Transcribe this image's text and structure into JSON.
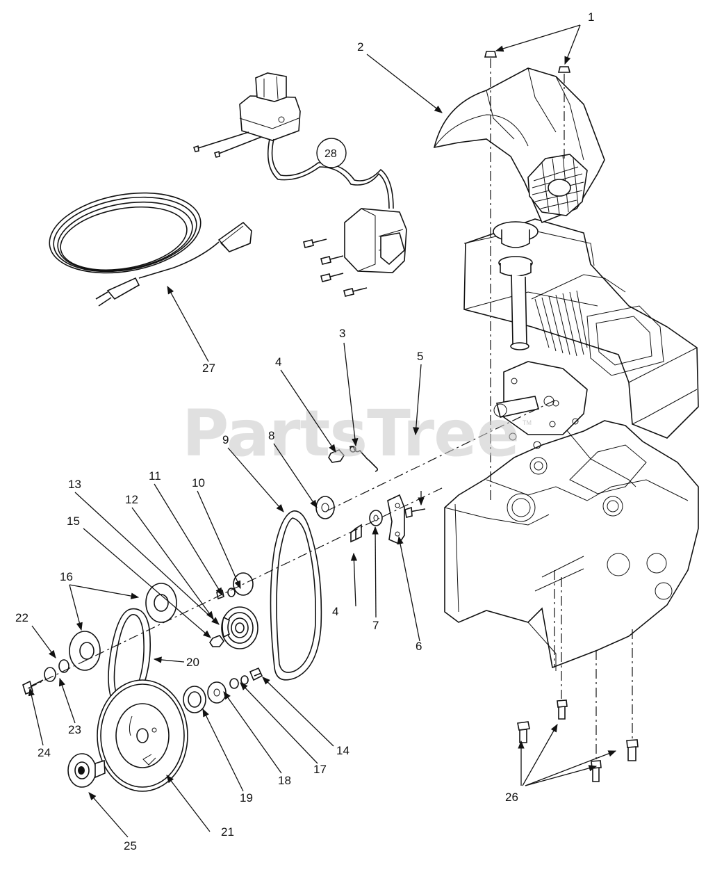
{
  "watermark": {
    "text": "PartsTree",
    "trademark": "TM"
  },
  "callouts": {
    "c1": "1",
    "c2": "2",
    "c3": "3",
    "c4a": "4",
    "c4b": "4",
    "c5": "5",
    "c6": "6",
    "c7": "7",
    "c8": "8",
    "c9": "9",
    "c10": "10",
    "c11": "11",
    "c12": "12",
    "c13": "13",
    "c14": "14",
    "c15": "15",
    "c16": "16",
    "c17": "17",
    "c18": "18",
    "c19": "19",
    "c20": "20",
    "c21": "21",
    "c22": "22",
    "c23": "23",
    "c24": "24",
    "c25": "25",
    "c26": "26",
    "c27": "27",
    "c28": "28"
  },
  "arrowheads": [
    [
      830,
      43,
      714,
      73
    ],
    [
      830,
      43,
      813,
      92
    ],
    [
      517,
      69,
      636,
      162
    ],
    [
      493,
      489,
      512,
      641
    ],
    [
      403,
      528,
      483,
      650
    ],
    [
      604,
      520,
      596,
      627
    ],
    [
      392,
      632,
      456,
      730
    ],
    [
      325,
      640,
      408,
      738
    ],
    [
      282,
      702,
      346,
      846
    ],
    [
      222,
      692,
      320,
      856
    ],
    [
      189,
      726,
      307,
      890
    ],
    [
      106,
      706,
      315,
      898
    ],
    [
      118,
      756,
      303,
      917
    ],
    [
      93,
      839,
      199,
      859
    ],
    [
      93,
      839,
      117,
      906
    ],
    [
      265,
      950,
      220,
      948
    ],
    [
      44,
      898,
      76,
      946
    ],
    [
      106,
      1040,
      85,
      970
    ],
    [
      60,
      1072,
      43,
      985
    ],
    [
      300,
      520,
      241,
      410
    ],
    [
      479,
      1072,
      376,
      974
    ],
    [
      457,
      1098,
      345,
      980
    ],
    [
      405,
      1113,
      322,
      993
    ],
    [
      350,
      1138,
      293,
      1015
    ],
    [
      184,
      1207,
      127,
      1137
    ],
    [
      753,
      1115,
      750,
      1063
    ],
    [
      753,
      1115,
      800,
      1040
    ],
    [
      753,
      1115,
      885,
      1080
    ],
    [
      753,
      1115,
      858,
      1098
    ],
    [
      519,
      824,
      508,
      796
    ],
    [
      541,
      882,
      540,
      756
    ],
    [
      604,
      919,
      574,
      770
    ],
    [
      606,
      706,
      606,
      727
    ]
  ]
}
